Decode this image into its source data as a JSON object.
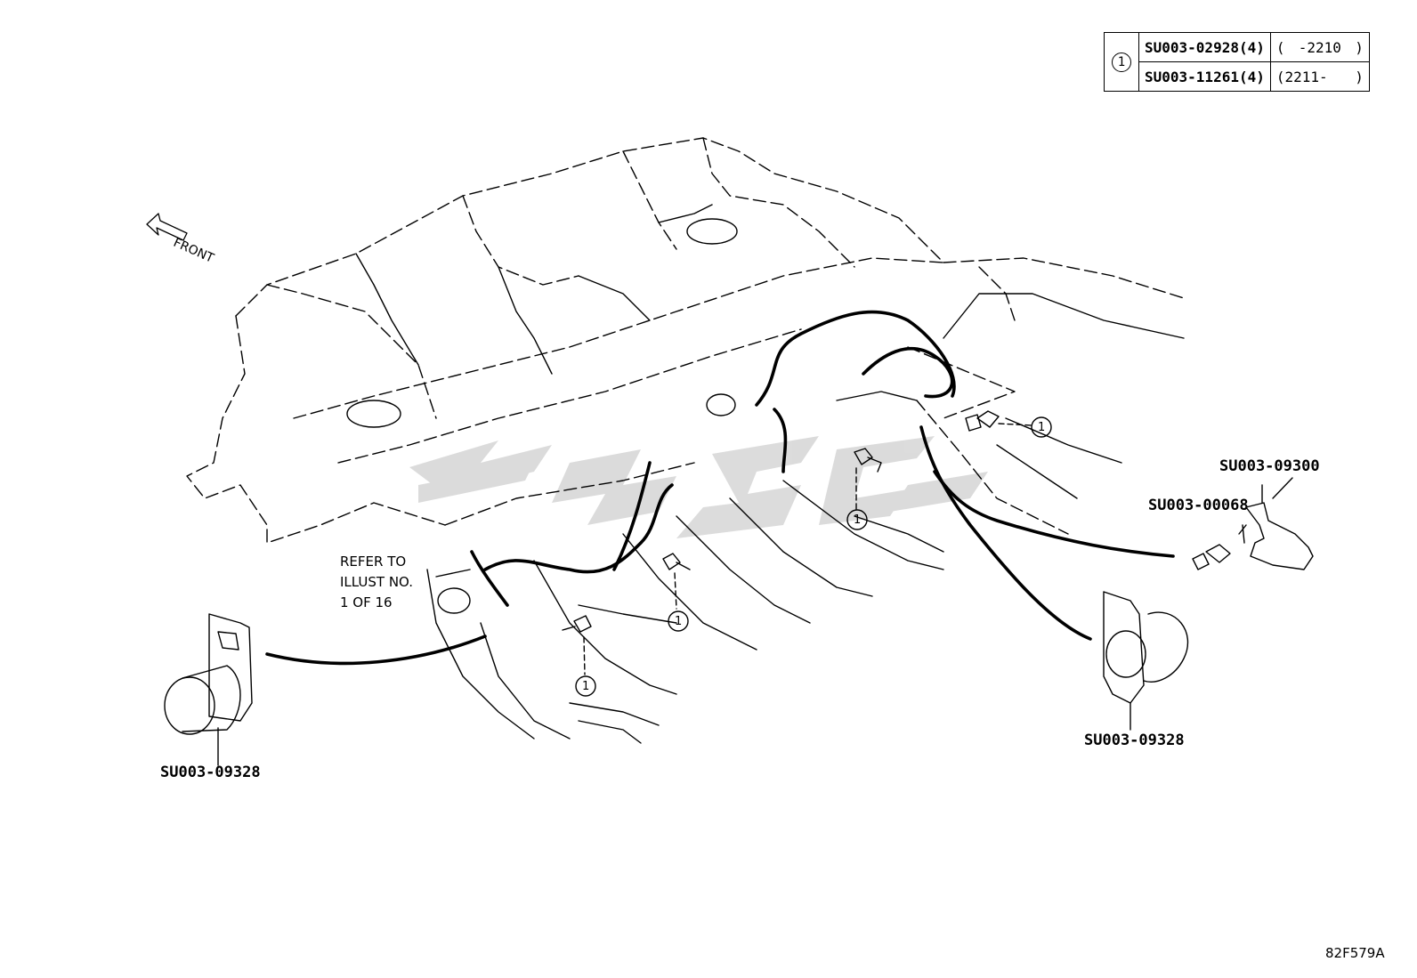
{
  "reference_table": {
    "index_symbol": "1",
    "rows": [
      {
        "part_number": "SU003-02928(4)",
        "range_open": "(",
        "range_value": "-2210",
        "range_close": ")"
      },
      {
        "part_number": "SU003-11261(4)",
        "range_open": "(2211-",
        "range_value": "",
        "range_close": ")"
      }
    ]
  },
  "labels": {
    "front": "FRONT",
    "part_09328_left": "SU003-09328",
    "part_09328_right": "SU003-09328",
    "part_09300": "SU003-09300",
    "part_00068": "SU003-00068",
    "callout_number": "1",
    "refer_line1": "REFER TO",
    "refer_line2": "ILLUST NO.",
    "refer_line3": "1 OF 16"
  },
  "drawing_code": "82F579A",
  "icons": [
    "front-arrow-icon",
    "bolt-icon",
    "sensor-bracket-icon",
    "wire-harness-icon"
  ]
}
